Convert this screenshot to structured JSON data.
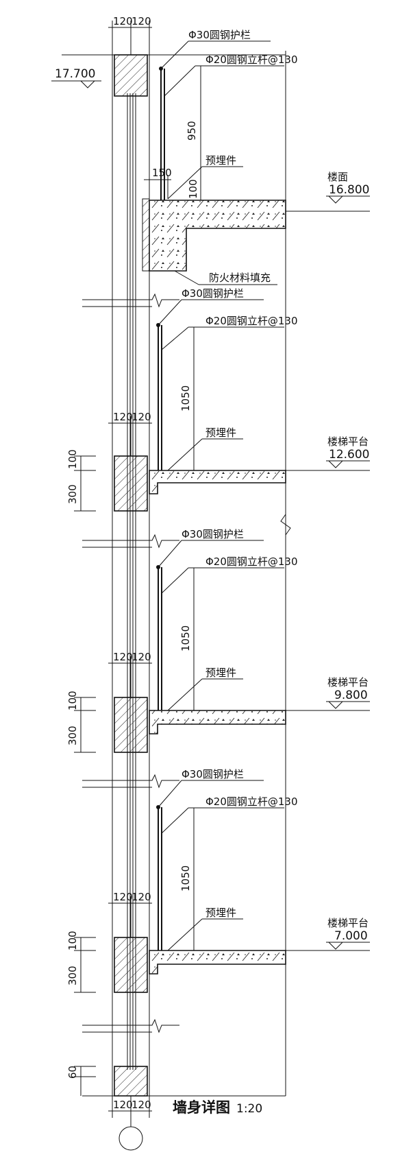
{
  "title": {
    "name": "墙身详图",
    "scale": "1:20"
  },
  "labels": {
    "railing_top": "Φ30圆钢护栏",
    "railing_post": "Φ20圆钢立杆@130",
    "embedded_part": "预埋件",
    "fireproof_fill": "防火材料填充"
  },
  "dimensions": {
    "wall_widths": [
      "120",
      "120"
    ],
    "rail_height_top": "950",
    "rail_height_lower": "1050",
    "offset_150": "150",
    "offset_100": "100",
    "beam_100": "100",
    "beam_300": "300",
    "bottom_60": "60"
  },
  "elevations": [
    {
      "label": "",
      "value": "17.700"
    },
    {
      "label": "楼面",
      "value": "16.800"
    },
    {
      "label": "楼梯平台",
      "value": "12.600"
    },
    {
      "label": "楼梯平台",
      "value": "9.800"
    },
    {
      "label": "楼梯平台",
      "value": "7.000"
    }
  ]
}
